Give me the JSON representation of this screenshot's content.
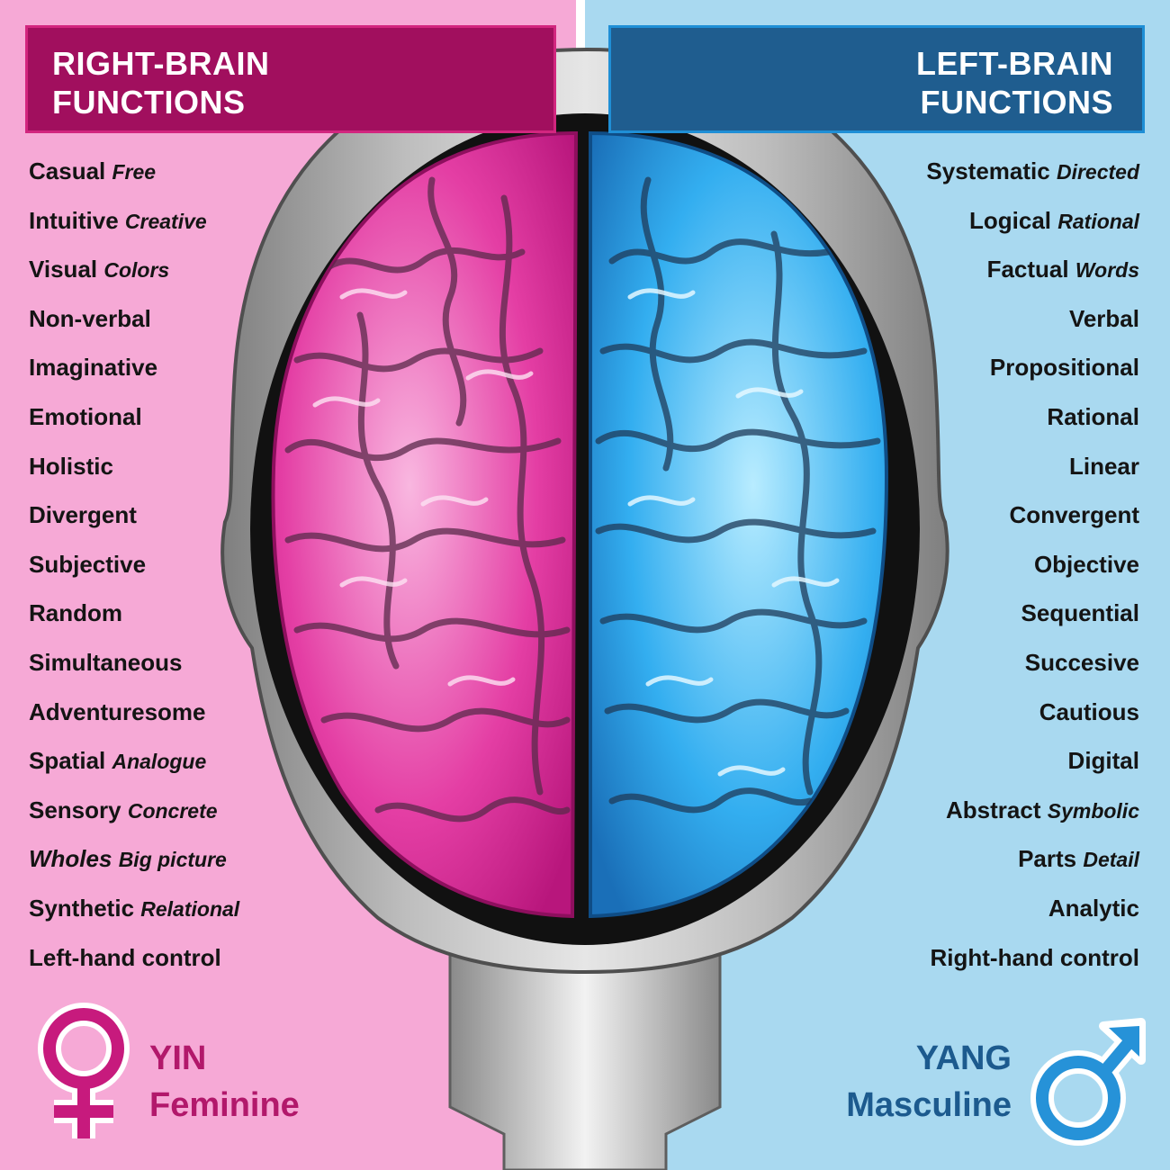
{
  "colors": {
    "left_panel_bg": "#f6a9d6",
    "right_panel_bg": "#a9d9f0",
    "left_title_bg": "#a10f5e",
    "right_title_bg": "#1f5d8f",
    "yin_color": "#b2186b",
    "yang_color": "#1c5a8e",
    "female_symbol": "#c71a7d",
    "male_symbol": "#2692d8",
    "pink_brain": "#e23aa0",
    "blue_brain": "#2aa8ee",
    "skull_gray": "#9a9a9a",
    "brain_cavity": "#111111"
  },
  "right_brain": {
    "title_line1": "RIGHT-BRAIN",
    "title_line2": "FUNCTIONS",
    "items": [
      {
        "main": "Casual",
        "sub": "Free"
      },
      {
        "main": "Intuitive",
        "sub": "Creative"
      },
      {
        "main": "Visual",
        "sub": "Colors"
      },
      {
        "main": "Non-verbal",
        "sub": ""
      },
      {
        "main": "Imaginative",
        "sub": ""
      },
      {
        "main": "Emotional",
        "sub": ""
      },
      {
        "main": "Holistic",
        "sub": ""
      },
      {
        "main": "Divergent",
        "sub": ""
      },
      {
        "main": "Subjective",
        "sub": ""
      },
      {
        "main": "Random",
        "sub": ""
      },
      {
        "main": "Simultaneous",
        "sub": ""
      },
      {
        "main": "Adventuresome",
        "sub": ""
      },
      {
        "main": "Spatial",
        "sub": "Analogue"
      },
      {
        "main": "Sensory",
        "sub": "Concrete"
      },
      {
        "main": "Wholes",
        "sub": "Big picture"
      },
      {
        "main": "Synthetic",
        "sub": "Relational"
      },
      {
        "main": "Left-hand control",
        "sub": ""
      }
    ],
    "yin": "YIN",
    "feminine": "Feminine"
  },
  "left_brain": {
    "title_line1": "LEFT-BRAIN",
    "title_line2": "FUNCTIONS",
    "items": [
      {
        "main": "Systematic",
        "sub": "Directed"
      },
      {
        "main": "Logical",
        "sub": "Rational"
      },
      {
        "main": "Factual",
        "sub": "Words"
      },
      {
        "main": "Verbal",
        "sub": ""
      },
      {
        "main": "Propositional",
        "sub": ""
      },
      {
        "main": "Rational",
        "sub": ""
      },
      {
        "main": "Linear",
        "sub": ""
      },
      {
        "main": "Convergent",
        "sub": ""
      },
      {
        "main": "Objective",
        "sub": ""
      },
      {
        "main": "Sequential",
        "sub": ""
      },
      {
        "main": "Succesive",
        "sub": ""
      },
      {
        "main": "Cautious",
        "sub": ""
      },
      {
        "main": "Digital",
        "sub": ""
      },
      {
        "main": "Abstract",
        "sub": "Symbolic"
      },
      {
        "main": "Parts",
        "sub": "Detail"
      },
      {
        "main": "Analytic",
        "sub": ""
      },
      {
        "main": "Right-hand control",
        "sub": ""
      }
    ],
    "yang": "YANG",
    "masculine": "Masculine"
  }
}
